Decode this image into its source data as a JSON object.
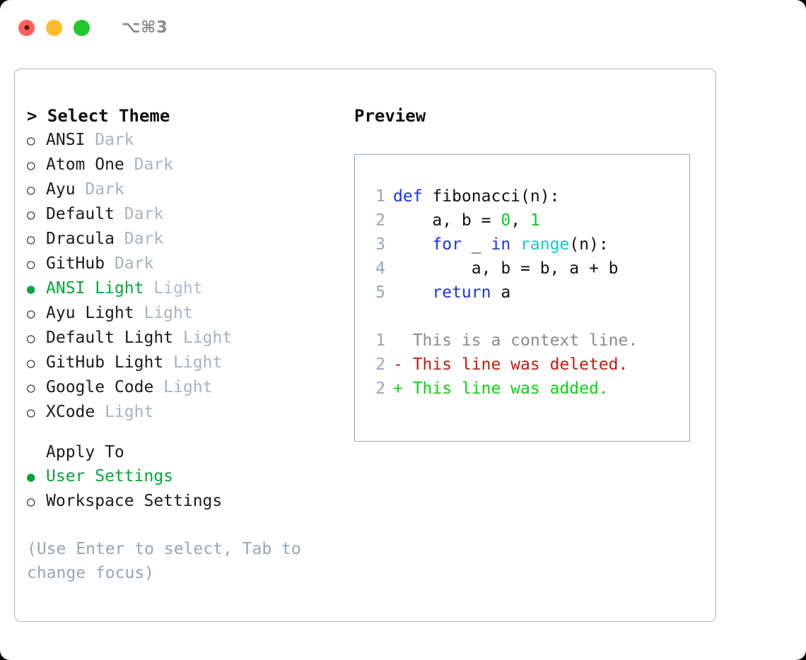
{
  "window": {
    "traffic_lights": [
      "close",
      "minimize",
      "maximize"
    ],
    "title": "⌥⌘3"
  },
  "theme_picker": {
    "heading": "> Select Theme",
    "options": [
      {
        "marker": "○",
        "name": "ANSI",
        "kind": "Dark",
        "selected": false
      },
      {
        "marker": "○",
        "name": "Atom One",
        "kind": "Dark",
        "selected": false
      },
      {
        "marker": "○",
        "name": "Ayu",
        "kind": "Dark",
        "selected": false
      },
      {
        "marker": "○",
        "name": "Default",
        "kind": "Dark",
        "selected": false
      },
      {
        "marker": "○",
        "name": "Dracula",
        "kind": "Dark",
        "selected": false
      },
      {
        "marker": "○",
        "name": "GitHub",
        "kind": "Dark",
        "selected": false
      },
      {
        "marker": "●",
        "name": "ANSI Light",
        "kind": "Light",
        "selected": true
      },
      {
        "marker": "○",
        "name": "Ayu Light",
        "kind": "Light",
        "selected": false
      },
      {
        "marker": "○",
        "name": "Default Light",
        "kind": "Light",
        "selected": false
      },
      {
        "marker": "○",
        "name": "GitHub Light",
        "kind": "Light",
        "selected": false
      },
      {
        "marker": "○",
        "name": "Google Code",
        "kind": "Light",
        "selected": false
      },
      {
        "marker": "○",
        "name": "XCode",
        "kind": "Light",
        "selected": false
      }
    ]
  },
  "apply_to": {
    "heading": "Apply To",
    "options": [
      {
        "marker": "●",
        "name": "User Settings",
        "selected": true
      },
      {
        "marker": "○",
        "name": "Workspace Settings",
        "selected": false
      }
    ]
  },
  "hint": "(Use Enter to select, Tab to change focus)",
  "preview": {
    "title": "Preview",
    "code_lines": [
      {
        "n": "1",
        "tokens": [
          {
            "t": "def",
            "c": "kw"
          },
          {
            "t": " fibonacci(n):",
            "c": "plain"
          }
        ]
      },
      {
        "n": "2",
        "tokens": [
          {
            "t": "    a, b = ",
            "c": "plain"
          },
          {
            "t": "0",
            "c": "num"
          },
          {
            "t": ", ",
            "c": "plain"
          },
          {
            "t": "1",
            "c": "num"
          }
        ]
      },
      {
        "n": "3",
        "tokens": [
          {
            "t": "    ",
            "c": "plain"
          },
          {
            "t": "for",
            "c": "kw"
          },
          {
            "t": " _ ",
            "c": "plain"
          },
          {
            "t": "in",
            "c": "kw"
          },
          {
            "t": " ",
            "c": "plain"
          },
          {
            "t": "range",
            "c": "fn"
          },
          {
            "t": "(n):",
            "c": "plain"
          }
        ]
      },
      {
        "n": "4",
        "tokens": [
          {
            "t": "        a, b = b, a + b",
            "c": "plain"
          }
        ]
      },
      {
        "n": "5",
        "tokens": [
          {
            "t": "    ",
            "c": "plain"
          },
          {
            "t": "return",
            "c": "kw"
          },
          {
            "t": " a",
            "c": "plain"
          }
        ]
      }
    ],
    "diff_lines": [
      {
        "n": "1",
        "sign": "  ",
        "text": "This is a context line.",
        "kind": "ctx"
      },
      {
        "n": "2",
        "sign": "- ",
        "text": "This line was deleted.",
        "kind": "del"
      },
      {
        "n": "2",
        "sign": "+ ",
        "text": "This line was added.",
        "kind": "add"
      }
    ]
  },
  "colors": {
    "accent_green": "#05a53a",
    "keyword_blue": "#1a33e8",
    "function_cyan": "#10ccc9",
    "number_green": "#06cc22",
    "diff_delete_red": "#c41a10",
    "diff_add_green": "#0ad413",
    "muted_gray": "#a9b2bd",
    "border_gray": "#adb7c3"
  }
}
